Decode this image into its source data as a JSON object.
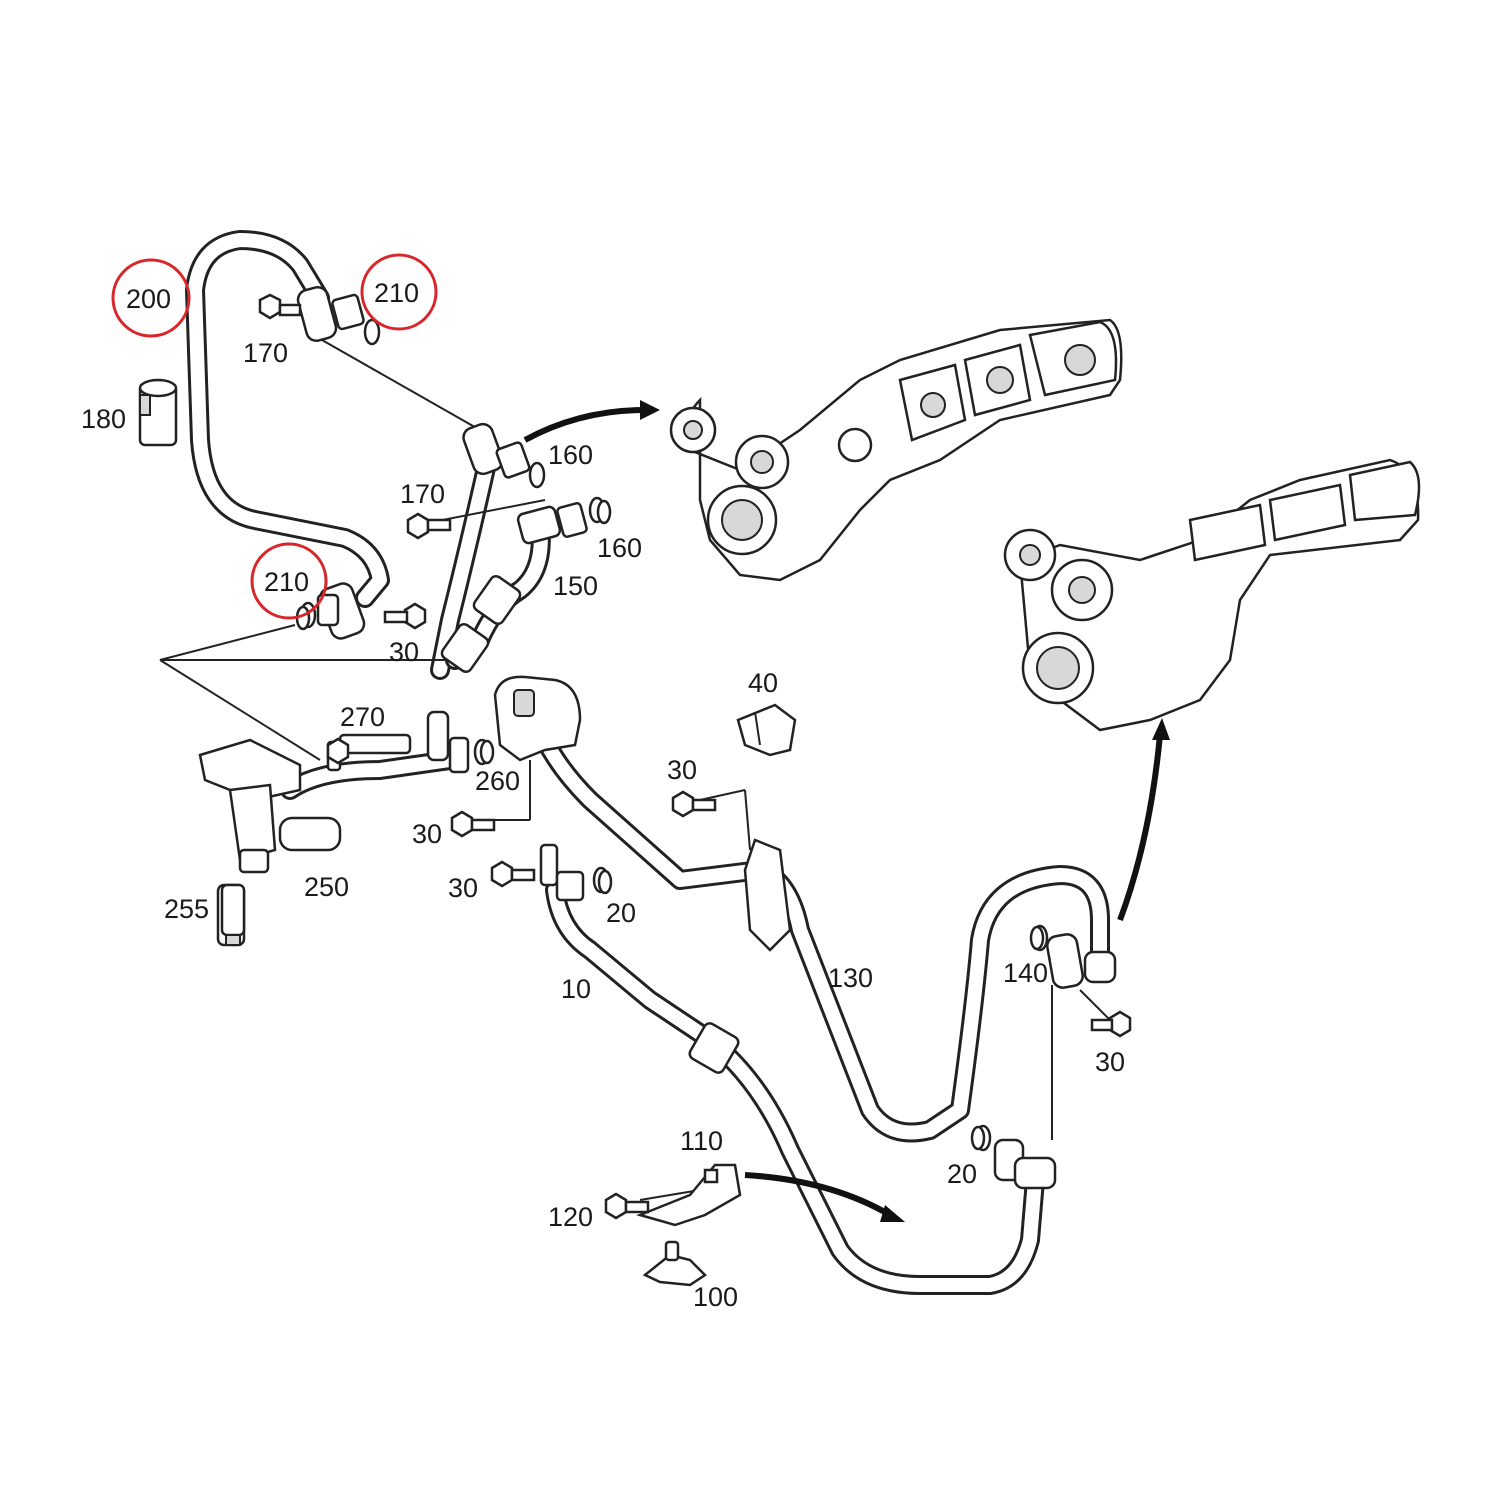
{
  "highlight_color": "#d9262b",
  "labels": {
    "p200": "200",
    "p210a": "210",
    "p210b": "210",
    "p170a": "170",
    "p170b": "170",
    "p180": "180",
    "p160a": "160",
    "p160b": "160",
    "p150": "150",
    "p30a": "30",
    "p30b": "30",
    "p30c": "30",
    "p30d": "30",
    "p30e": "30",
    "p270": "270",
    "p260": "260",
    "p250": "250",
    "p255": "255",
    "p40": "40",
    "p20a": "20",
    "p20b": "20",
    "p10": "10",
    "p130": "130",
    "p140": "140",
    "p110": "110",
    "p120": "120",
    "p100": "100"
  },
  "icons": {
    "turbo_upper": "turbocharger-manifold-icon",
    "turbo_lower": "turbocharger-manifold-icon",
    "bracket": "bracket-clip-icon",
    "bolt": "bolt-icon",
    "seal": "seal-ring-icon"
  }
}
